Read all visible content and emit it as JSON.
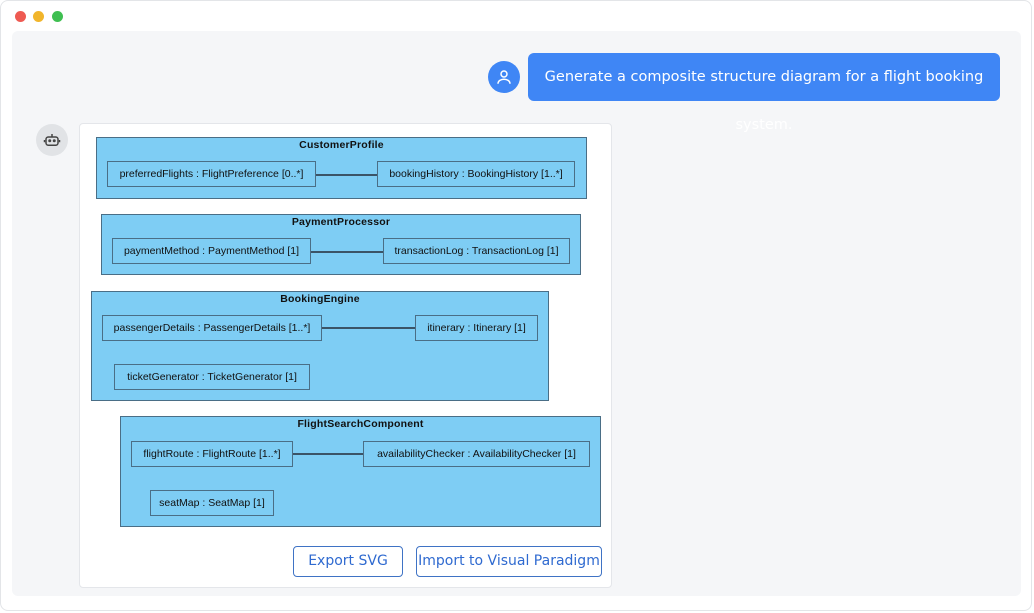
{
  "chat": {
    "user_message": "Generate a composite structure diagram for a flight booking system.",
    "user_avatar_icon": "user-icon",
    "bot_avatar_icon": "robot-icon"
  },
  "diagram": {
    "components": [
      {
        "name": "CustomerProfile",
        "parts": [
          "preferredFlights : FlightPreference [0..*]",
          "bookingHistory : BookingHistory [1..*]"
        ]
      },
      {
        "name": "PaymentProcessor",
        "parts": [
          "paymentMethod : PaymentMethod [1]",
          "transactionLog : TransactionLog [1]"
        ]
      },
      {
        "name": "BookingEngine",
        "parts": [
          "passengerDetails : PassengerDetails [1..*]",
          "itinerary : Itinerary [1]",
          "ticketGenerator : TicketGenerator [1]"
        ]
      },
      {
        "name": "FlightSearchComponent",
        "parts": [
          "flightRoute : FlightRoute [1..*]",
          "availabilityChecker : AvailabilityChecker [1]",
          "seatMap : SeatMap [1]"
        ]
      }
    ],
    "colors": {
      "component_fill": "#7ecdf4",
      "border": "#4a6e86"
    }
  },
  "actions": {
    "export_svg": "Export SVG",
    "import_vp": "Import to Visual Paradigm"
  },
  "theme": {
    "accent": "#3f86f5",
    "button_text": "#2f6ad0"
  }
}
